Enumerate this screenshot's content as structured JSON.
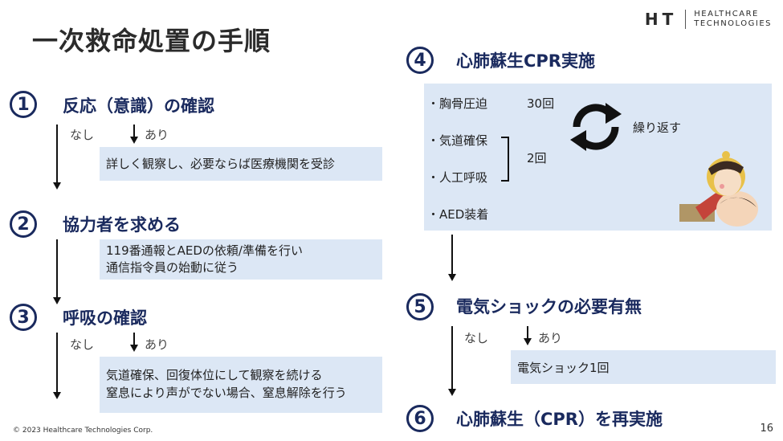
{
  "title": "一次救命処置の手順",
  "logo": {
    "mark": "HT",
    "line1": "HEALTHCARE",
    "line2": "TECHNOLOGIES"
  },
  "steps": [
    {
      "num": "1",
      "title": "反応（意識）の確認",
      "no": "なし",
      "yes": "あり",
      "box": [
        "詳しく観察し、必要ならば医療機関を受診"
      ]
    },
    {
      "num": "2",
      "title": "協力者を求める",
      "box": [
        "119番通報とAEDの依頼/準備を行い",
        "通信指令員の始動に従う"
      ]
    },
    {
      "num": "3",
      "title": "呼吸の確認",
      "no": "なし",
      "yes": "あり",
      "box": [
        "気道確保、回復体位にして観察を続ける",
        "窒息により声がでない場合、窒息解除を行う"
      ]
    },
    {
      "num": "4",
      "title": "心肺蘇生CPR実施",
      "items": [
        "・胸骨圧迫",
        "・気道確保",
        "・人工呼吸",
        "・AED装着"
      ],
      "count1": "30回",
      "count2": "2回",
      "repeat": "繰り返す"
    },
    {
      "num": "5",
      "title": "電気ショックの必要有無",
      "no": "なし",
      "yes": "あり",
      "box": [
        "電気ショック1回"
      ]
    },
    {
      "num": "6",
      "title": "心肺蘇生（CPR）を再実施"
    }
  ],
  "footer": "©  2023 Healthcare Technologies Corp.",
  "page_number": "16"
}
